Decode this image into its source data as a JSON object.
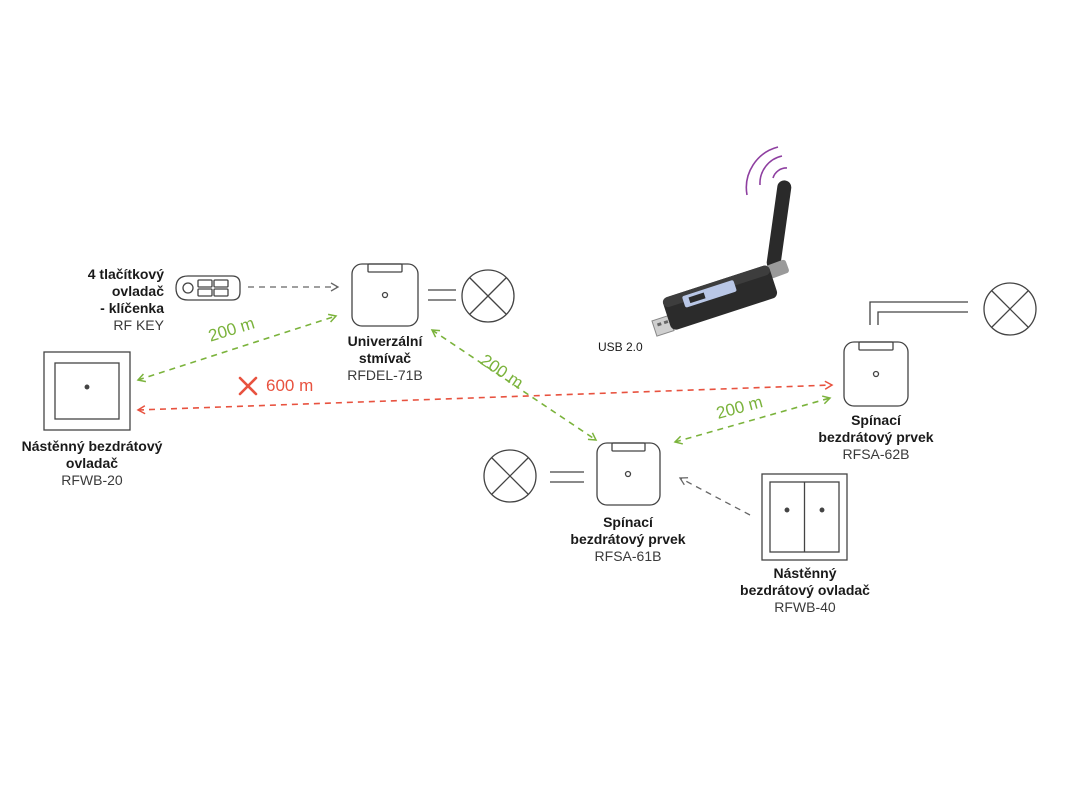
{
  "devices": {
    "rfkey": {
      "name_lines": [
        "4 tlačítkový",
        "ovladač",
        "- klíčenka"
      ],
      "model": "RF KEY"
    },
    "rfdel71b": {
      "name_lines": [
        "Univerzální",
        "stmívač"
      ],
      "model": "RFDEL-71B"
    },
    "rfwb20": {
      "name_lines": [
        "Nástěnný bezdrátový",
        "ovladač"
      ],
      "model": "RFWB-20"
    },
    "rfsa61b": {
      "name_lines": [
        "Spínací",
        "bezdrátový prvek"
      ],
      "model": "RFSA-61B"
    },
    "rfsa62b": {
      "name_lines": [
        "Spínací",
        "bezdrátový prvek"
      ],
      "model": "RFSA-62B"
    },
    "rfwb40": {
      "name_lines": [
        "Nástěnný",
        "bezdrátový ovladač"
      ],
      "model": "RFWB-40"
    },
    "usb": {
      "label": "USB 2.0"
    }
  },
  "distances": {
    "rfwb20_rfdel": "200 m",
    "rfwb20_rfsa62b": "600 m",
    "rfdel_rfsa61b": "200 m",
    "rfsa61b_rfsa62b": "200 m"
  },
  "colors": {
    "green": "#7bb33c",
    "red": "#e8523f",
    "gray": "#777777",
    "purple": "#8e3fa0",
    "line": "#555555"
  }
}
